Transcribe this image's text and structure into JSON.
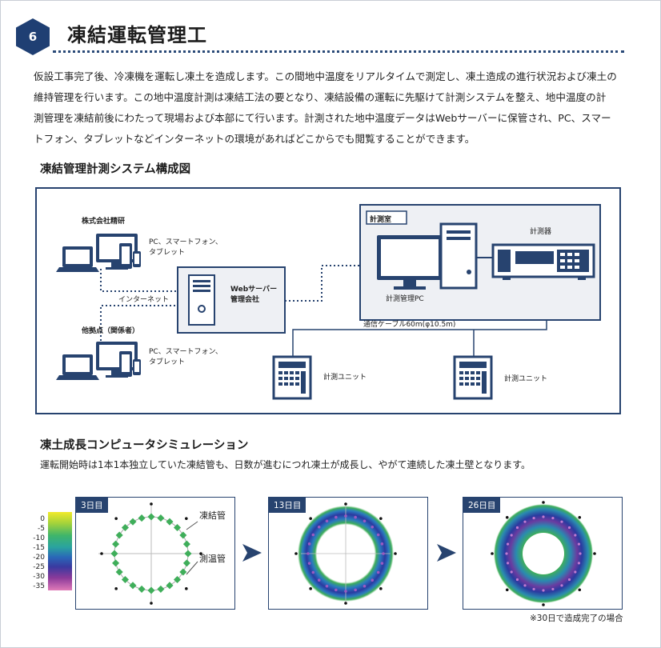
{
  "header": {
    "number": "6",
    "title": "凍結運転管理工"
  },
  "intro": [
    "仮設工事完了後、冷凍機を運転し凍土を造成します。この間地中温度をリアルタイムで測定し、凍土造成の進行状況および凍土の",
    "維持管理を行います。この地中温度計測は凍結工法の要となり、凍結設備の運転に先駆けて計測システムを整え、地中温度の計",
    "測管理を凍結前後にわたって現場および本部にて行います。計測された地中温度データはWebサーバーに保管され、PC、スマー",
    "トフォン、タブレットなどインターネットの環境があればどこからでも閲覧することができます。"
  ],
  "system": {
    "heading": "凍結管理計測システム構成図",
    "company_head": "株式会社精研",
    "devices_1": [
      "PC、スマートフォン、",
      "タブレット"
    ],
    "internet": "インターネット",
    "server": [
      "Webサーバー",
      "管理会社"
    ],
    "others_head": "他拠点（関係者）",
    "devices_2": [
      "PC、スマートフォン、",
      "タブレット"
    ],
    "room": "計測室",
    "instrument": "計測器",
    "pc": "計測管理PC",
    "cable": "通信ケーブル60m(φ10.5m)",
    "unit_1": "計測ユニット",
    "unit_2": "計測ユニット"
  },
  "simulation": {
    "heading": "凍土成長コンピュータシミュレーション",
    "description": "運転開始時は1本1本独立していた凍結管も、日数が進むにつれ凍土が成長し、やがて連続した凍土壁となります。",
    "scale_ticks": [
      "0",
      "-5",
      "-10",
      "-15",
      "-20",
      "-25",
      "-30",
      "-35"
    ],
    "panels": [
      {
        "label": "3日目",
        "callout_1": "凍結管",
        "callout_2": "測温管"
      },
      {
        "label": "13日目"
      },
      {
        "label": "26日目"
      }
    ],
    "note": "※30日で造成完了の場合"
  },
  "colors": {
    "navy": "#27436f",
    "badge": "#1f3f73",
    "green": "#3fae5a",
    "blue": "#2a5ab0",
    "purple": "#7a3fa0"
  }
}
